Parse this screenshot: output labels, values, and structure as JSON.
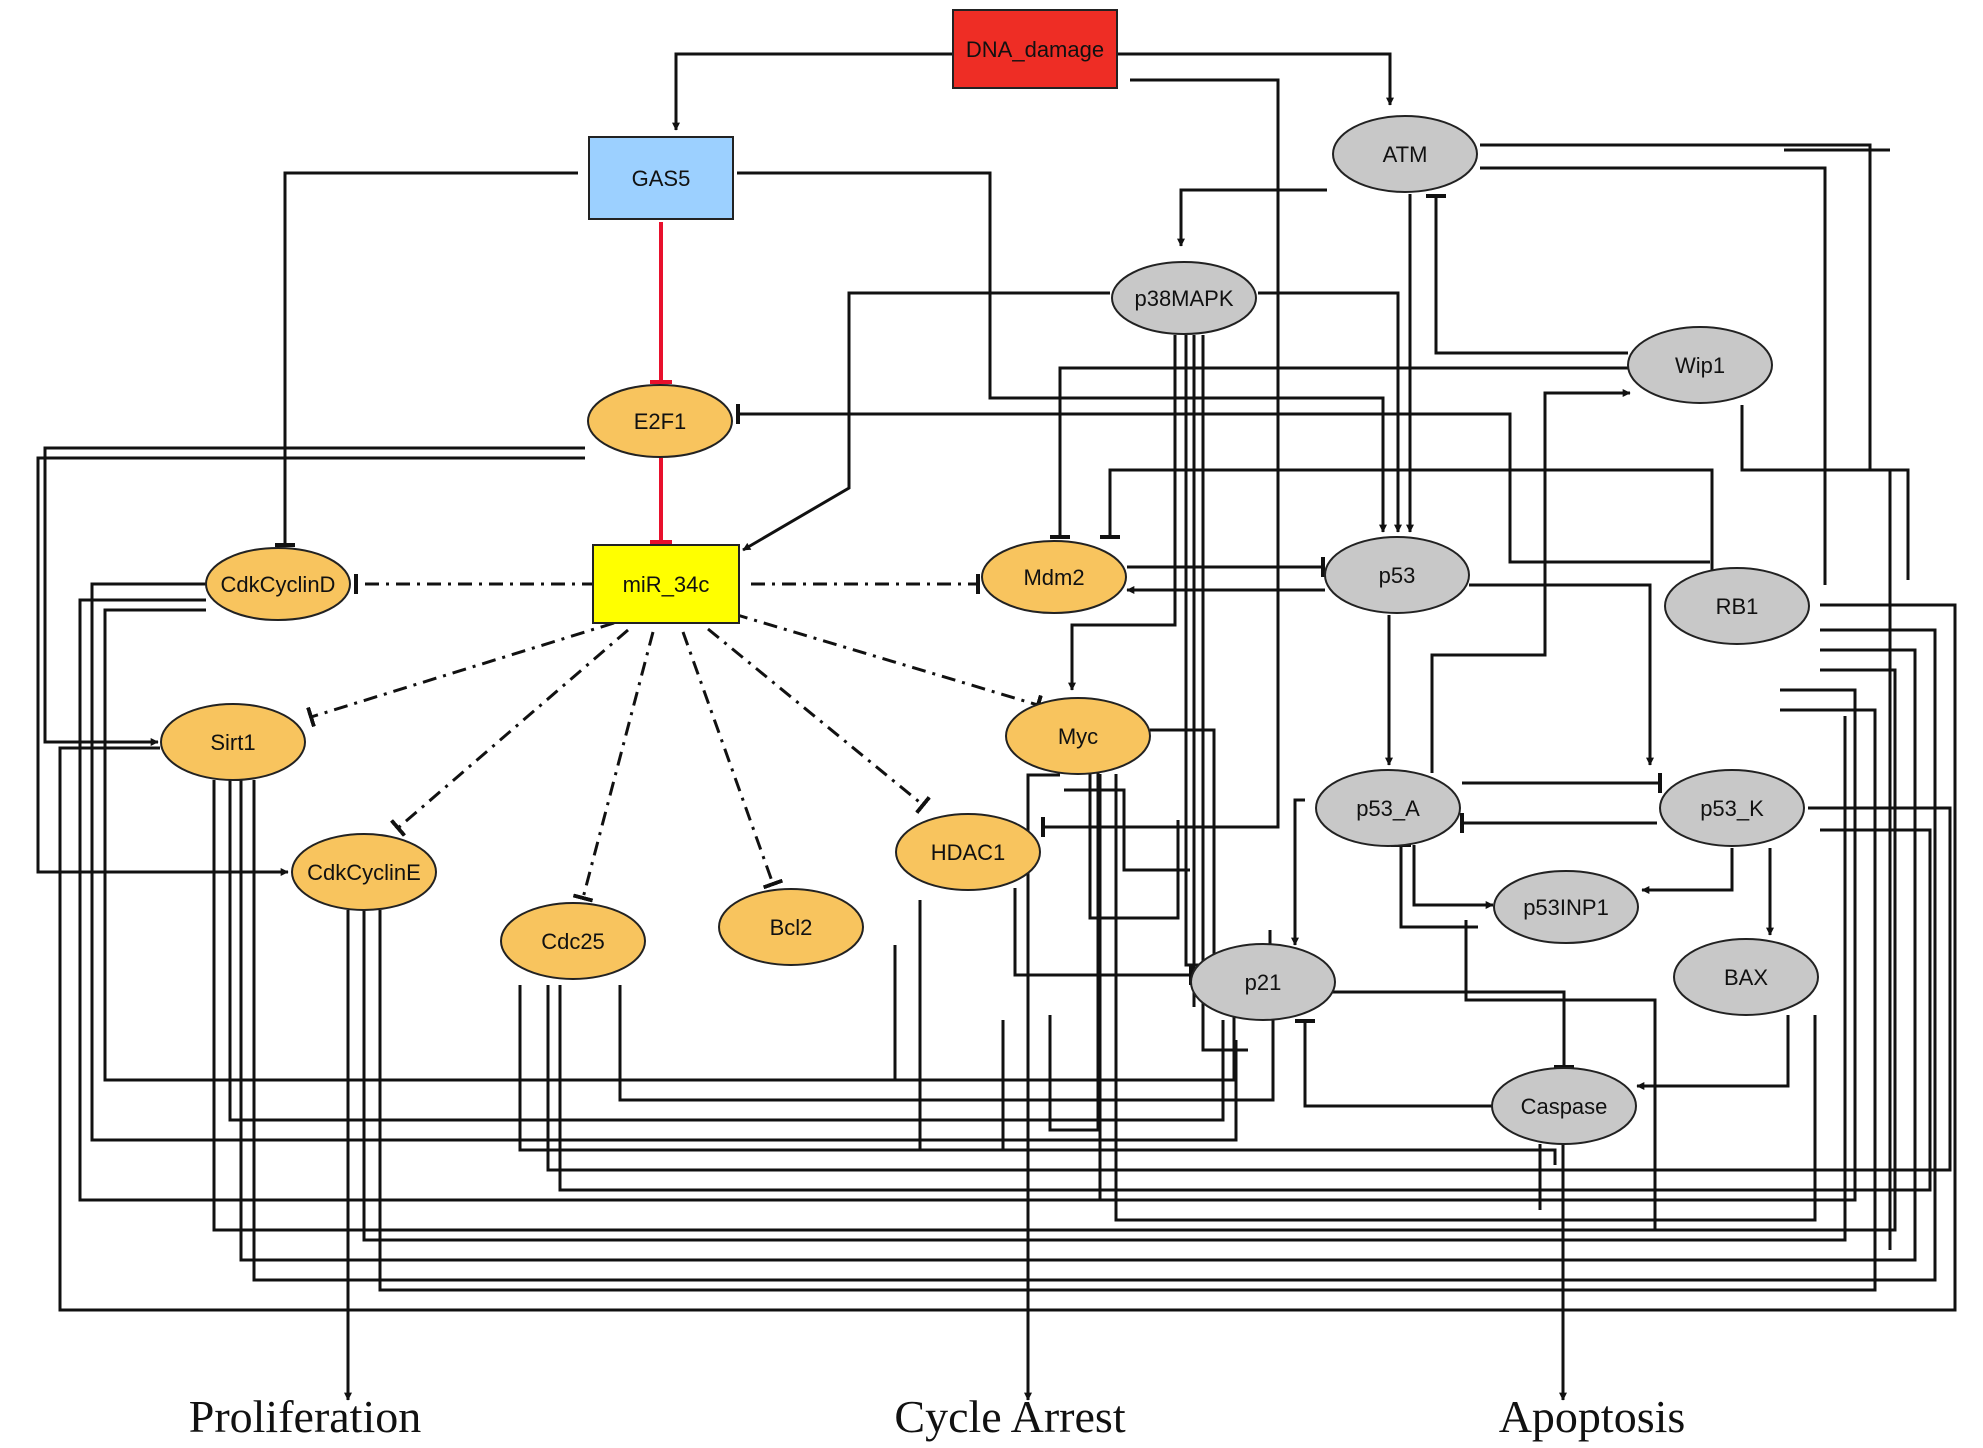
{
  "nodes": [
    {
      "id": "dna",
      "label": "DNA_damage",
      "shape": "rect",
      "color": "#ee2d25"
    },
    {
      "id": "gas5",
      "label": "GAS5",
      "shape": "rect",
      "color": "#9cd0ff"
    },
    {
      "id": "e2f1",
      "label": "E2F1",
      "shape": "ellipse",
      "color": "#f8c45e"
    },
    {
      "id": "mir",
      "label": "miR_34c",
      "shape": "rect",
      "color": "#ffff00"
    },
    {
      "id": "ccd",
      "label": "CdkCyclinD",
      "shape": "ellipse",
      "color": "#f8c45e"
    },
    {
      "id": "sirt1",
      "label": "Sirt1",
      "shape": "ellipse",
      "color": "#f8c45e"
    },
    {
      "id": "cce",
      "label": "CdkCyclinE",
      "shape": "ellipse",
      "color": "#f8c45e"
    },
    {
      "id": "cdc25",
      "label": "Cdc25",
      "shape": "ellipse",
      "color": "#f8c45e"
    },
    {
      "id": "bcl2",
      "label": "Bcl2",
      "shape": "ellipse",
      "color": "#f8c45e"
    },
    {
      "id": "hdac1",
      "label": "HDAC1",
      "shape": "ellipse",
      "color": "#f8c45e"
    },
    {
      "id": "myc",
      "label": "Myc",
      "shape": "ellipse",
      "color": "#f8c45e"
    },
    {
      "id": "mdm2",
      "label": "Mdm2",
      "shape": "ellipse",
      "color": "#f8c45e"
    },
    {
      "id": "atm",
      "label": "ATM",
      "shape": "ellipse",
      "color": "#c8c8c8"
    },
    {
      "id": "p38",
      "label": "p38MAPK",
      "shape": "ellipse",
      "color": "#c8c8c8"
    },
    {
      "id": "wip1",
      "label": "Wip1",
      "shape": "ellipse",
      "color": "#c8c8c8"
    },
    {
      "id": "p53",
      "label": "p53",
      "shape": "ellipse",
      "color": "#c8c8c8"
    },
    {
      "id": "rb1",
      "label": "RB1",
      "shape": "ellipse",
      "color": "#c8c8c8"
    },
    {
      "id": "p53a",
      "label": "p53_A",
      "shape": "ellipse",
      "color": "#c8c8c8"
    },
    {
      "id": "p53k",
      "label": "p53_K",
      "shape": "ellipse",
      "color": "#c8c8c8"
    },
    {
      "id": "p53inp1",
      "label": "p53INP1",
      "shape": "ellipse",
      "color": "#c8c8c8"
    },
    {
      "id": "p21",
      "label": "p21",
      "shape": "ellipse",
      "color": "#c8c8c8"
    },
    {
      "id": "bax",
      "label": "BAX",
      "shape": "ellipse",
      "color": "#c8c8c8"
    },
    {
      "id": "caspase",
      "label": "Caspase",
      "shape": "ellipse",
      "color": "#c8c8c8"
    }
  ],
  "outcomes": [
    {
      "id": "proliferation",
      "label": "Proliferation"
    },
    {
      "id": "arrest",
      "label": "Cycle Arrest"
    },
    {
      "id": "apoptosis",
      "label": "Apoptosis"
    }
  ],
  "edges": [
    {
      "from": "dna",
      "to": "gas5",
      "type": "activation",
      "style": "solid"
    },
    {
      "from": "dna",
      "to": "atm",
      "type": "activation",
      "style": "solid"
    },
    {
      "from": "dna",
      "to": "hdac1",
      "type": "inhibition",
      "style": "solid"
    },
    {
      "from": "gas5",
      "to": "e2f1",
      "type": "inhibition",
      "style": "red"
    },
    {
      "from": "gas5",
      "to": "ccd",
      "type": "inhibition",
      "style": "solid"
    },
    {
      "from": "gas5",
      "to": "p53",
      "type": "activation",
      "style": "solid"
    },
    {
      "from": "e2f1",
      "to": "mir",
      "type": "inhibition",
      "style": "red"
    },
    {
      "from": "e2f1",
      "to": "sirt1",
      "type": "activation",
      "style": "solid"
    },
    {
      "from": "e2f1",
      "to": "cce",
      "type": "activation",
      "style": "solid"
    },
    {
      "from": "mir",
      "to": "ccd",
      "type": "inhibition",
      "style": "dashed"
    },
    {
      "from": "mir",
      "to": "mdm2",
      "type": "inhibition",
      "style": "dashed"
    },
    {
      "from": "mir",
      "to": "sirt1",
      "type": "inhibition",
      "style": "dashed"
    },
    {
      "from": "mir",
      "to": "cce",
      "type": "inhibition",
      "style": "dashed"
    },
    {
      "from": "mir",
      "to": "cdc25",
      "type": "inhibition",
      "style": "dashed"
    },
    {
      "from": "mir",
      "to": "bcl2",
      "type": "inhibition",
      "style": "dashed"
    },
    {
      "from": "mir",
      "to": "hdac1",
      "type": "inhibition",
      "style": "dashed"
    },
    {
      "from": "mir",
      "to": "myc",
      "type": "inhibition",
      "style": "dashed"
    },
    {
      "from": "atm",
      "to": "p38",
      "type": "activation",
      "style": "solid"
    },
    {
      "from": "atm",
      "to": "p53",
      "type": "activation",
      "style": "solid"
    },
    {
      "from": "wip1",
      "to": "atm",
      "type": "inhibition",
      "style": "solid"
    },
    {
      "from": "wip1",
      "to": "mdm2",
      "type": "inhibition",
      "style": "solid"
    },
    {
      "from": "p38",
      "to": "mir",
      "type": "activation",
      "style": "solid"
    },
    {
      "from": "p38",
      "to": "p53",
      "type": "activation",
      "style": "solid"
    },
    {
      "from": "p38",
      "to": "p21",
      "type": "inhibition",
      "style": "solid"
    },
    {
      "from": "p38",
      "to": "myc",
      "type": "activation",
      "style": "solid"
    },
    {
      "from": "mdm2",
      "to": "p53",
      "type": "inhibition",
      "style": "solid"
    },
    {
      "from": "p53",
      "to": "mdm2",
      "type": "activation",
      "style": "solid"
    },
    {
      "from": "p53",
      "to": "p53a",
      "type": "activation",
      "style": "solid"
    },
    {
      "from": "p53",
      "to": "p53k",
      "type": "activation",
      "style": "solid"
    },
    {
      "from": "rb1",
      "to": "e2f1",
      "type": "inhibition",
      "style": "solid"
    },
    {
      "from": "rb1",
      "to": "mdm2",
      "type": "inhibition",
      "style": "solid"
    },
    {
      "from": "p53a",
      "to": "p53k",
      "type": "inhibition",
      "style": "solid"
    },
    {
      "from": "p53k",
      "to": "p53a",
      "type": "inhibition",
      "style": "solid"
    },
    {
      "from": "p53a",
      "to": "p53inp1",
      "type": "activation",
      "style": "solid"
    },
    {
      "from": "p53inp1",
      "to": "p53a",
      "type": "inhibition",
      "style": "solid"
    },
    {
      "from": "p53k",
      "to": "p53inp1",
      "type": "activation",
      "style": "solid"
    },
    {
      "from": "p53k",
      "to": "bax",
      "type": "activation",
      "style": "solid"
    },
    {
      "from": "p53a",
      "to": "p21",
      "type": "activation",
      "style": "solid"
    },
    {
      "from": "p53a",
      "to": "wip1",
      "type": "activation",
      "style": "solid"
    },
    {
      "from": "myc",
      "to": "p21",
      "type": "inhibition",
      "style": "solid"
    },
    {
      "from": "hdac1",
      "to": "p21",
      "type": "inhibition",
      "style": "solid"
    },
    {
      "from": "p21",
      "to": "caspase",
      "type": "inhibition",
      "style": "solid"
    },
    {
      "from": "caspase",
      "to": "p21",
      "type": "inhibition",
      "style": "solid"
    },
    {
      "from": "bax",
      "to": "caspase",
      "type": "activation",
      "style": "solid"
    },
    {
      "from": "cce",
      "to": "proliferation",
      "type": "activation",
      "style": "solid"
    },
    {
      "from": "myc",
      "to": "arrest",
      "type": "activation",
      "style": "solid"
    },
    {
      "from": "caspase",
      "to": "apoptosis",
      "type": "activation",
      "style": "solid"
    }
  ]
}
